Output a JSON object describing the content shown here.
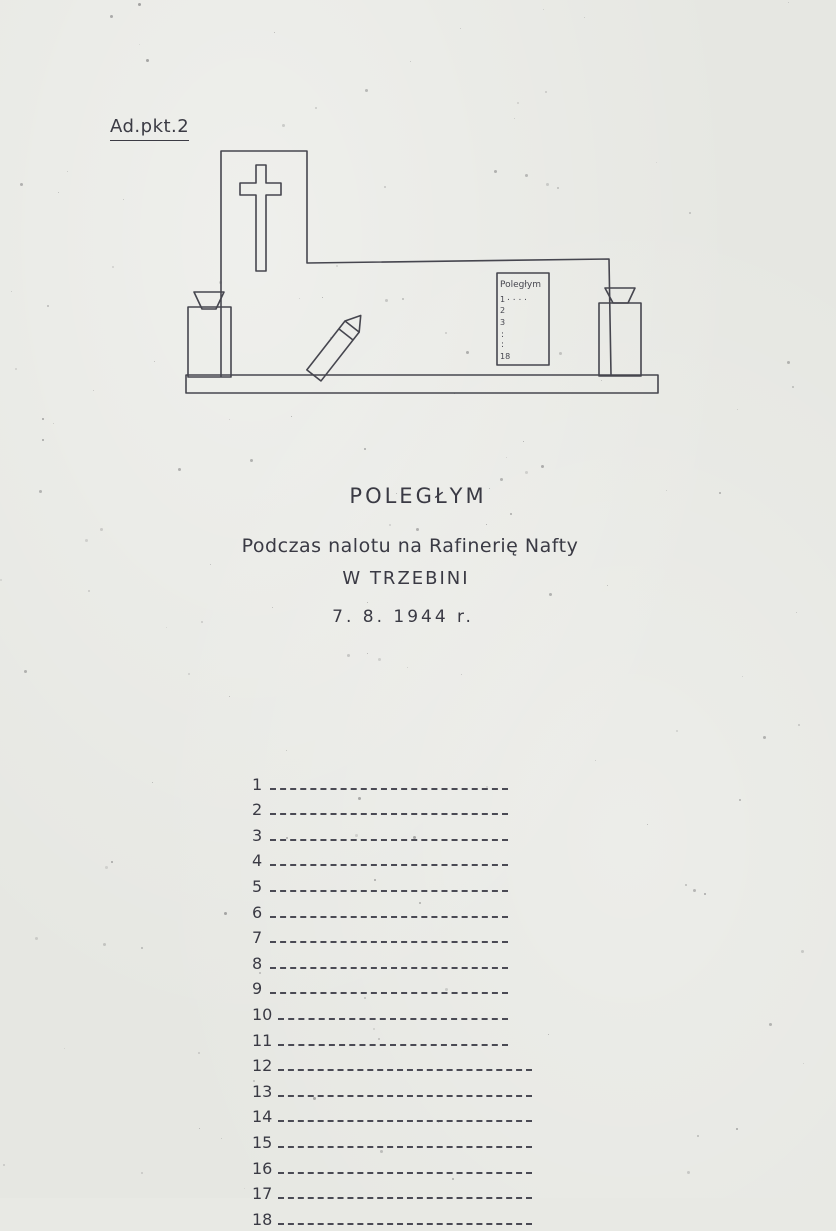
{
  "reference": "Ad.pkt.2",
  "monument": {
    "plaque_title": "Poległym",
    "plaque_lines": [
      "1",
      "2",
      "3",
      "18"
    ],
    "icons": [
      "cross-icon",
      "candle-icon",
      "vase-icon"
    ]
  },
  "inscription": {
    "line1": "POLEGŁYM",
    "line2": "Podczas nalotu na Rafinerię Nafty",
    "line3": "W TRZEBINI",
    "line4": "7. 8. 1944 r."
  },
  "victims": {
    "numbers": [
      "1",
      "2",
      "3",
      "4",
      "5",
      "6",
      "7",
      "8",
      "9",
      "10",
      "11",
      "12",
      "13",
      "14",
      "15",
      "16",
      "17",
      "18"
    ]
  },
  "colors": {
    "paper": "#e6e7e2",
    "ink": "#3a3a44"
  }
}
